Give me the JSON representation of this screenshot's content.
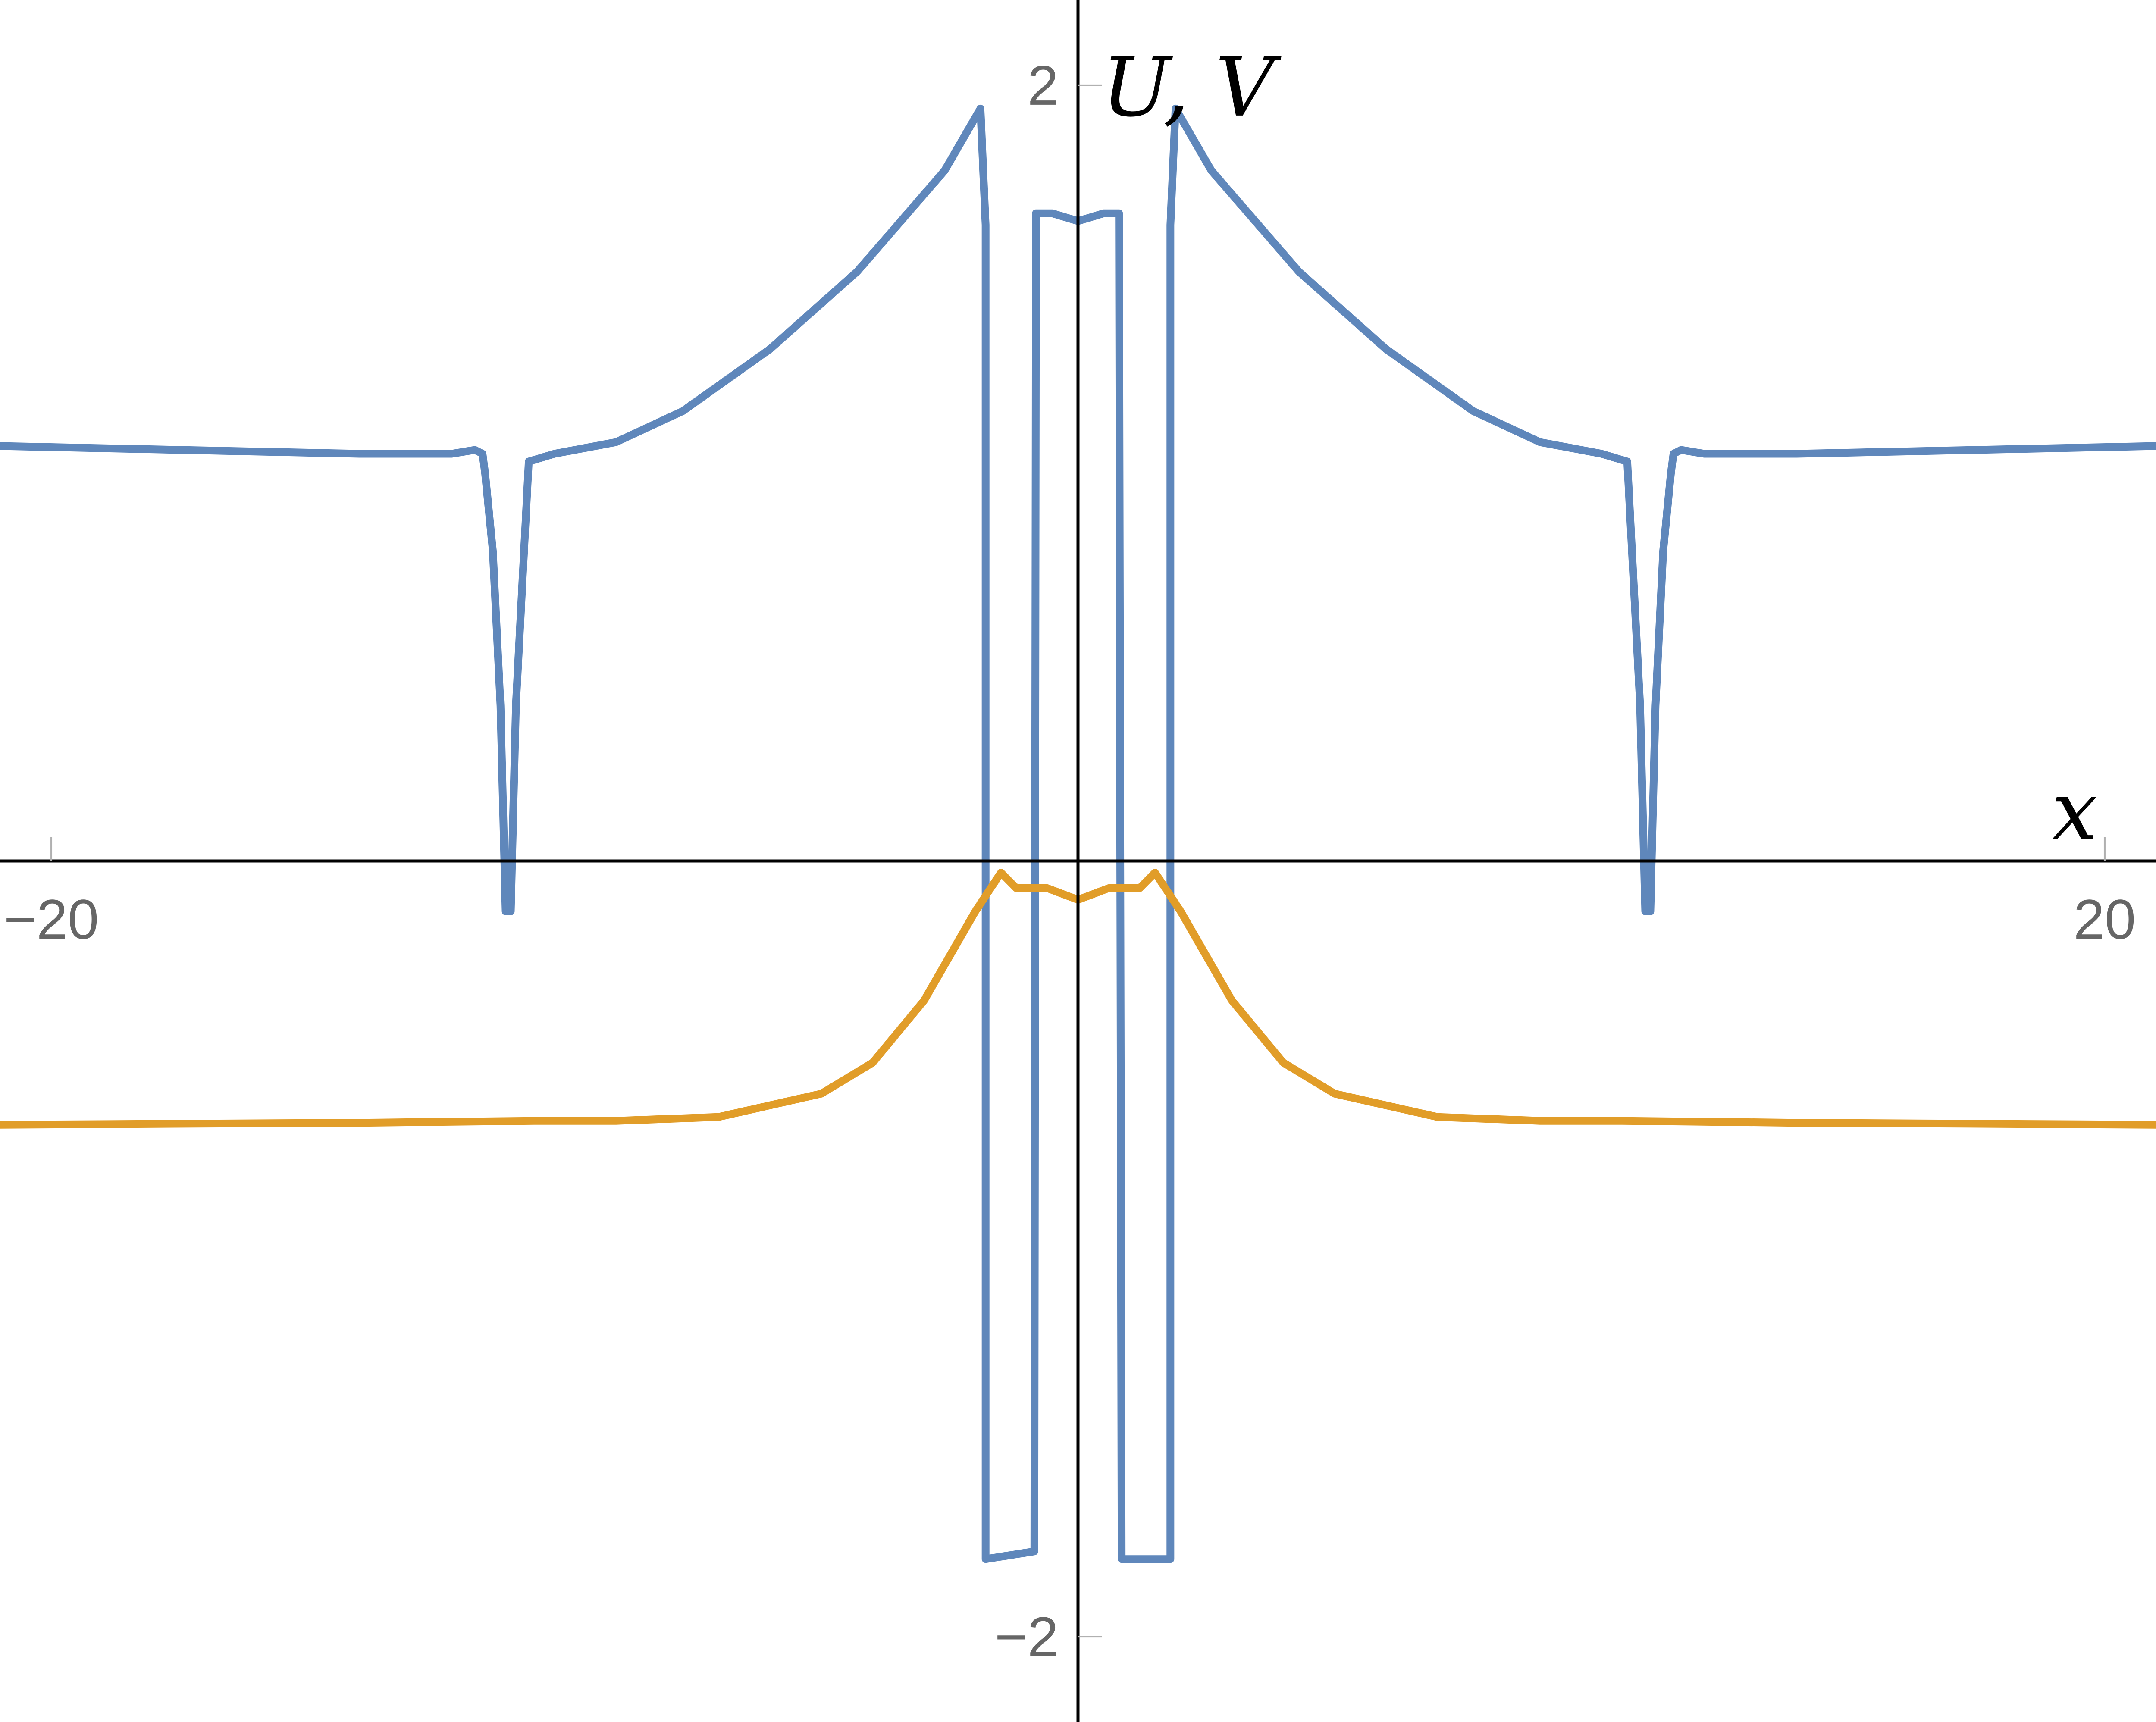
{
  "chart_data": {
    "type": "line",
    "xlabel": "x",
    "ylabel": "U, V",
    "xlim": [
      -21,
      21
    ],
    "ylim": [
      -2.22,
      2.22
    ],
    "x_ticks": [
      {
        "value": -20,
        "label": "−20"
      },
      {
        "value": 20,
        "label": "20"
      }
    ],
    "y_ticks": [
      {
        "value": 2,
        "label": "2"
      },
      {
        "value": -2,
        "label": "−2"
      }
    ],
    "grid": false,
    "colors": {
      "series_u": "#5f87bb",
      "series_v": "#e19d29",
      "axes": "#000000",
      "tick_labels": "#666666"
    },
    "series": [
      {
        "x": [
          -21,
          -14,
          -12.2,
          -11.75,
          -11.6,
          -11.55,
          -11.4,
          -11.25,
          -11.15,
          -11.05,
          -10.95,
          -10.7,
          -10.2,
          -9.0,
          -7.7,
          -6.0,
          -4.3,
          -2.6,
          -1.9,
          -1.8,
          -1.8,
          -0.85,
          -0.82,
          -0.5,
          0,
          0.5,
          0.8,
          0.85,
          1.8,
          1.8,
          1.9,
          2.6,
          4.3,
          6.0,
          7.7,
          9.0,
          10.2,
          10.7,
          10.95,
          11.05,
          11.15,
          11.25,
          11.4,
          11.55,
          11.6,
          11.75,
          12.2,
          14,
          21
        ],
        "y": [
          1.07,
          1.05,
          1.05,
          1.06,
          1.05,
          1.0,
          0.8,
          0.4,
          -0.13,
          -0.13,
          0.4,
          1.03,
          1.05,
          1.08,
          1.16,
          1.32,
          1.52,
          1.78,
          1.94,
          1.64,
          -1.8,
          -1.78,
          1.67,
          1.67,
          1.65,
          1.67,
          1.67,
          -1.8,
          -1.8,
          1.64,
          1.94,
          1.78,
          1.52,
          1.32,
          1.16,
          1.08,
          1.05,
          1.03,
          0.4,
          -0.13,
          -0.13,
          0.4,
          0.8,
          1.0,
          1.05,
          1.06,
          1.05,
          1.05,
          1.07
        ]
      },
      {
        "x": [
          -21,
          -14,
          -10.6,
          -9,
          -7,
          -5,
          -4,
          -3,
          -2,
          -1.5,
          -1.2,
          -0.6,
          0,
          0.6,
          1.2,
          1.5,
          2,
          3,
          4,
          5,
          7,
          9,
          10.6,
          14,
          21
        ],
        "y": [
          -0.68,
          -0.675,
          -0.67,
          -0.67,
          -0.66,
          -0.6,
          -0.52,
          -0.36,
          -0.13,
          -0.03,
          -0.07,
          -0.07,
          -0.1,
          -0.07,
          -0.07,
          -0.03,
          -0.13,
          -0.36,
          -0.52,
          -0.6,
          -0.66,
          -0.67,
          -0.67,
          -0.675,
          -0.68
        ]
      }
    ]
  }
}
